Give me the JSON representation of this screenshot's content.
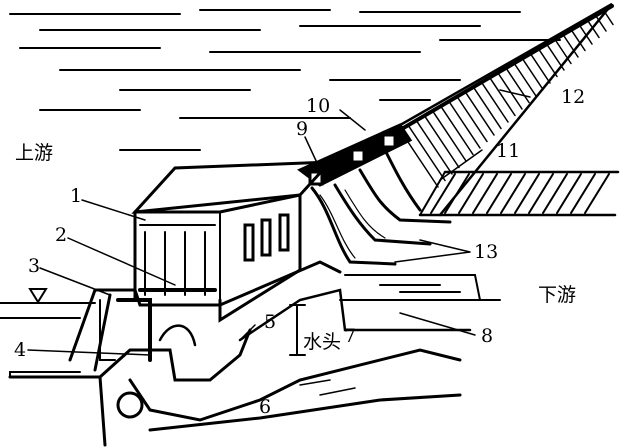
{
  "diagram": {
    "labels": {
      "upstream": "上游",
      "downstream": "下游",
      "head": "水头",
      "n1": "1",
      "n2": "2",
      "n3": "3",
      "n4": "4",
      "n5": "5",
      "n6": "6",
      "n7": "7",
      "n8": "8",
      "n9": "9",
      "n10": "10",
      "n11": "11",
      "n12": "12",
      "n13": "13"
    }
  }
}
